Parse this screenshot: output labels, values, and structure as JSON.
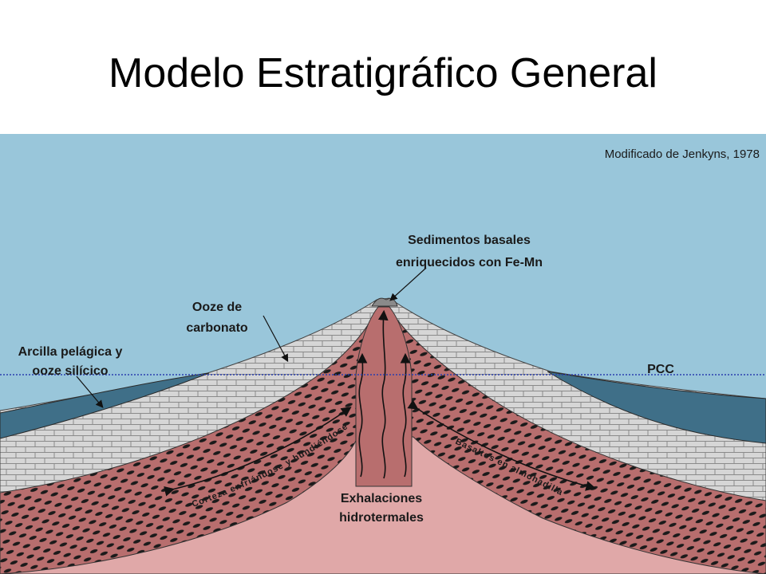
{
  "slide": {
    "title": "Modelo Estratigráfico General"
  },
  "diagram": {
    "credit": "Modificado de Jenkyns, 1978",
    "labels": {
      "basal_sediments_line1": "Sedimentos basales",
      "basal_sediments_line2": "enriquecidos con Fe-Mn",
      "carbonate_ooze_line1": "Ooze de",
      "carbonate_ooze_line2": "carbonato",
      "pelagic_clay_line1": "Arcilla pelágica y",
      "pelagic_clay_line2": "ooze silícico",
      "ccd": "PCC",
      "hydrothermal_line1": "Exhalaciones",
      "hydrothermal_line2": "hidrotermales",
      "cooling_crust": "Corteza enfriándose y hundiéndose",
      "pillow_basalts": "Basaltos en almohadilla"
    },
    "colors": {
      "ocean": "#99c6da",
      "carbonate": "#d6d6d6",
      "pelagic_clay": "#3f6f88",
      "basalt": "#b86e6e",
      "crust": "#e0a8a8",
      "ccd_line": "#2b3fae"
    }
  }
}
